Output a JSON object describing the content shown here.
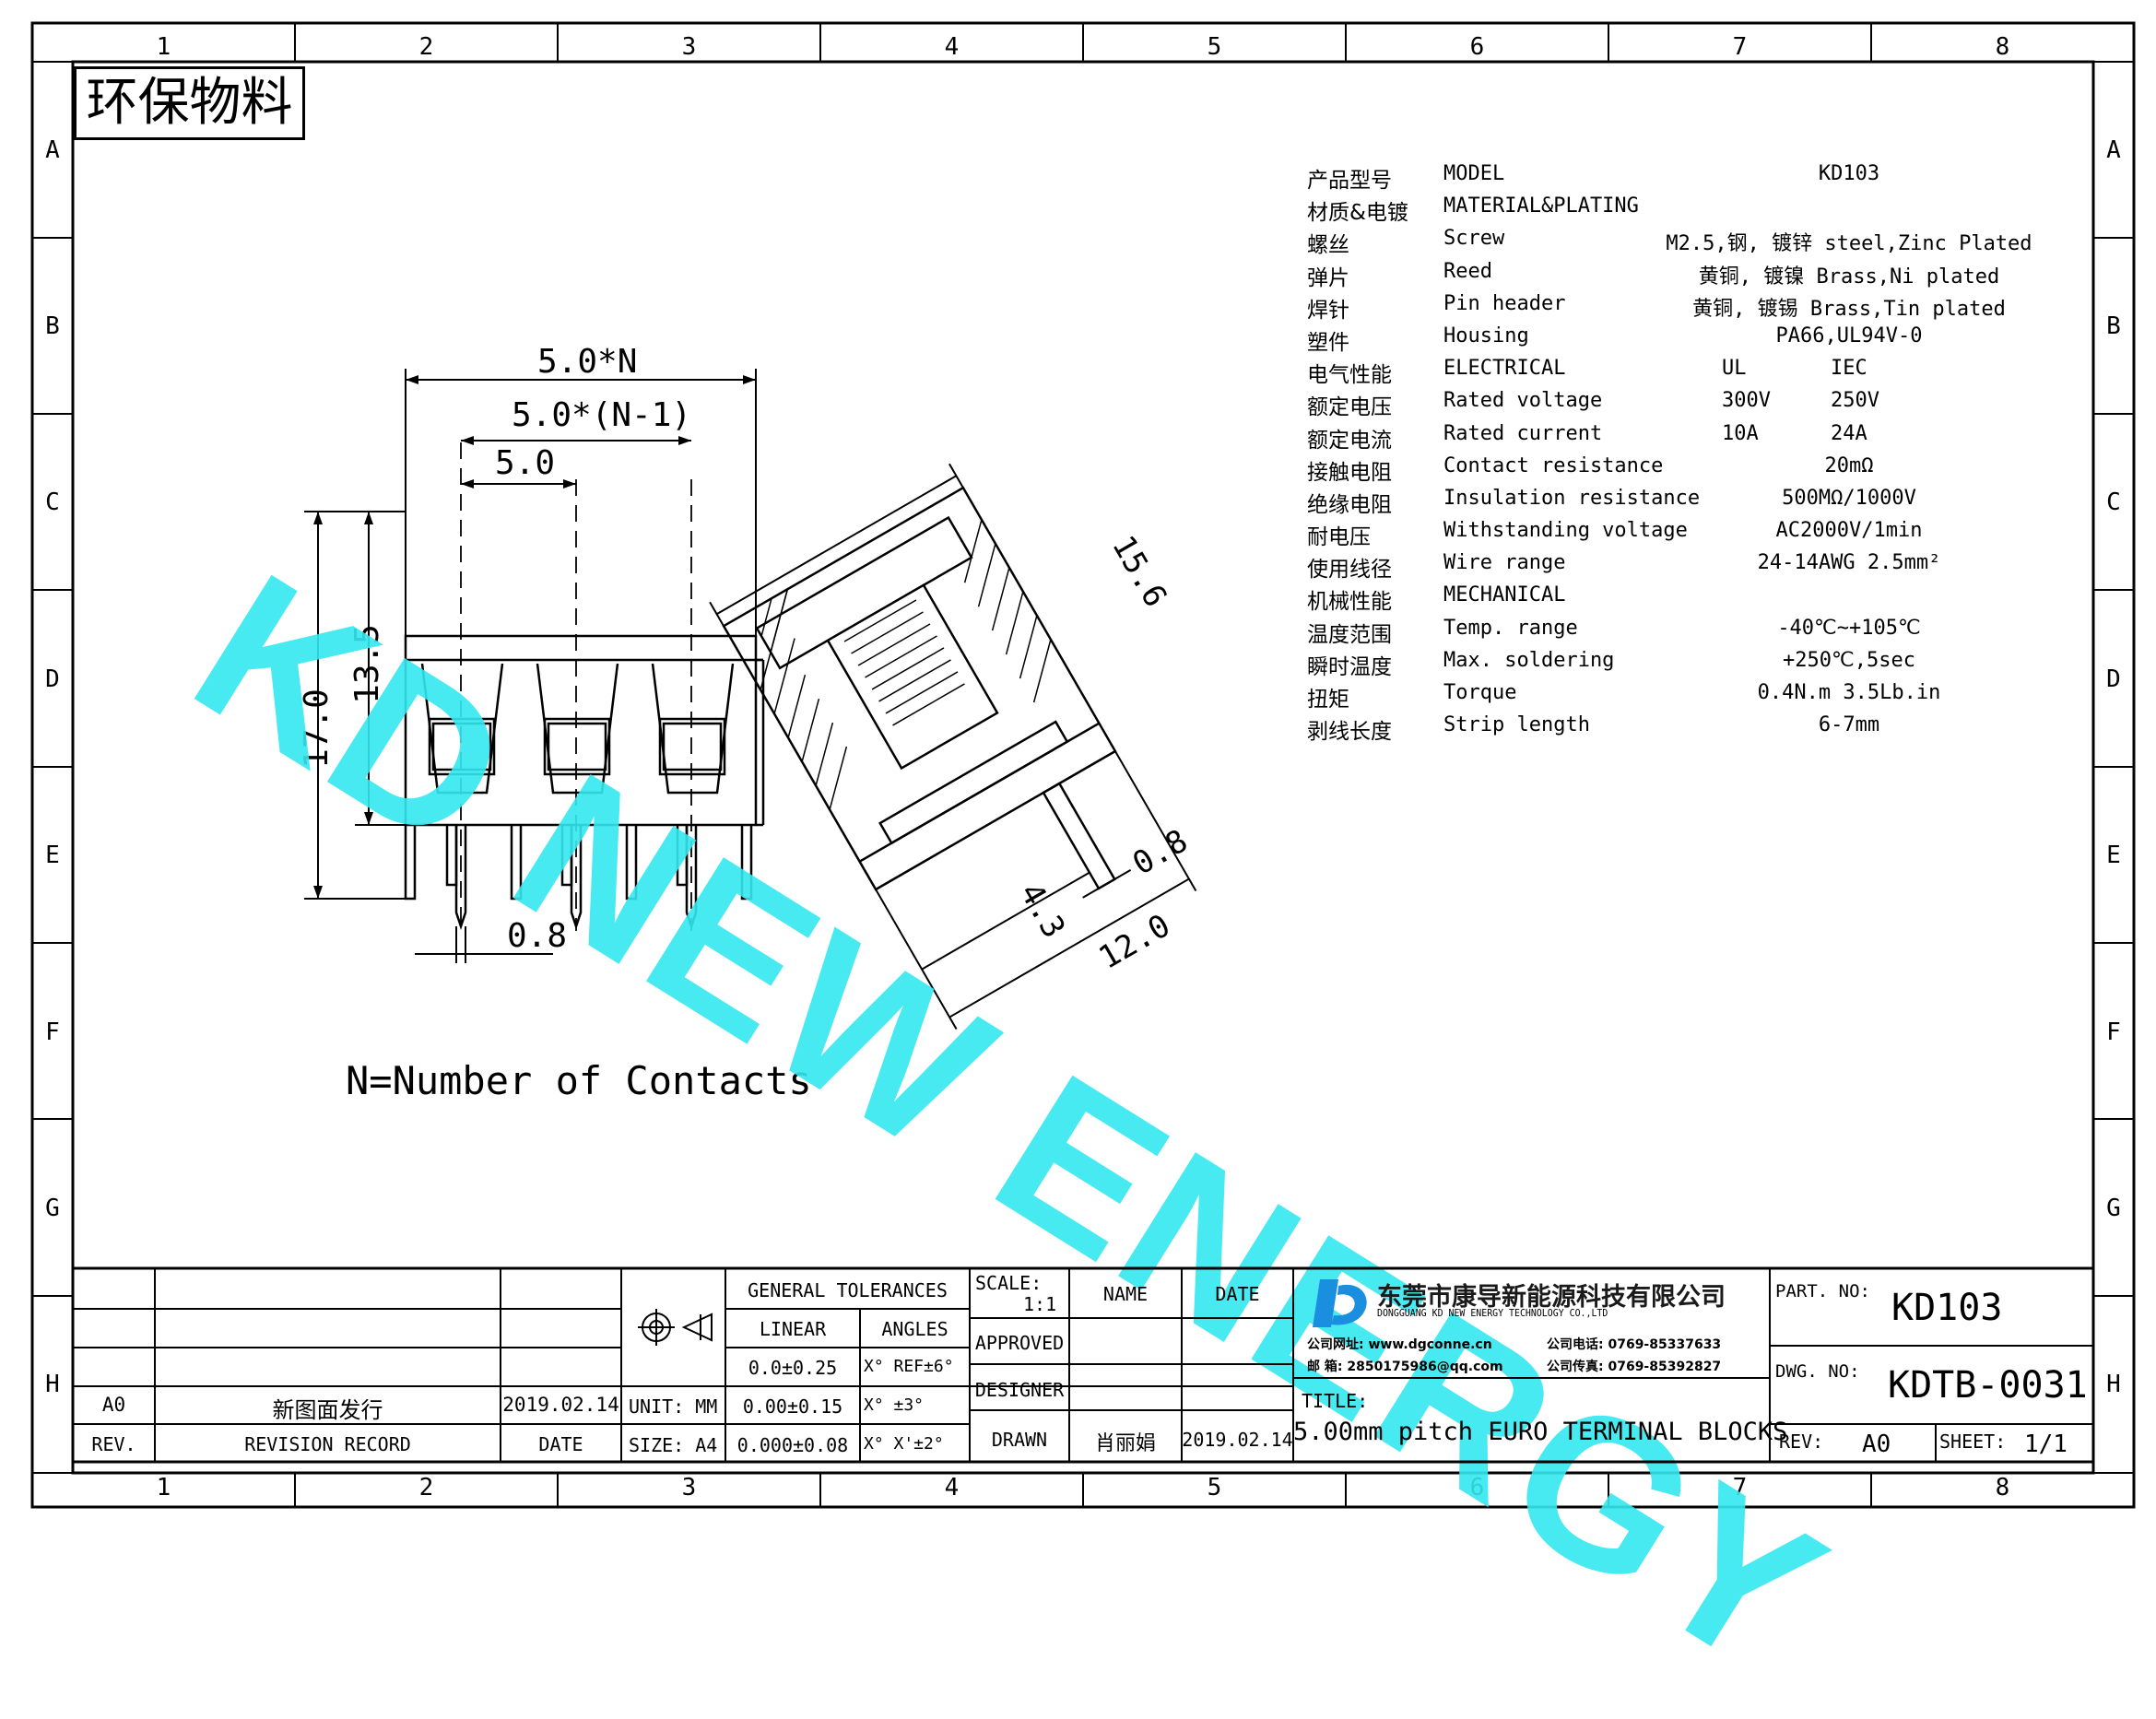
{
  "eco_label": "环保物料",
  "grid": {
    "columns": [
      "1",
      "2",
      "3",
      "4",
      "5",
      "6",
      "7",
      "8"
    ],
    "rows": [
      "A",
      "B",
      "C",
      "D",
      "E",
      "F",
      "G",
      "H"
    ]
  },
  "watermark": {
    "text": "KD NEW ENERGY",
    "color": "#35e8f0"
  },
  "dimensions": {
    "pitch_n": "5.0*N",
    "pitch_n_minus_1": "5.0*(N-1)",
    "pitch": "5.0",
    "height_total": "17.0",
    "height_body": "13.5",
    "pin_width": "0.8",
    "side_diag": "15.6",
    "side_pin": "0.8",
    "side_43": "4.3",
    "side_12": "12.0"
  },
  "note": "N=Number of Contacts",
  "specs": [
    {
      "zh": "产品型号",
      "en": "MODEL",
      "v1": "KD103"
    },
    {
      "zh": "材质&电镀",
      "en": "MATERIAL&PLATING",
      "v1": ""
    },
    {
      "zh": "螺丝",
      "en": "Screw",
      "v1": "M2.5,钢, 镀锌 steel,Zinc Plated"
    },
    {
      "zh": "弹片",
      "en": "Reed",
      "v1": "黄铜, 镀镍 Brass,Ni plated"
    },
    {
      "zh": "焊针",
      "en": "Pin header",
      "v1": "黄铜, 镀锡 Brass,Tin plated"
    },
    {
      "zh": "塑件",
      "en": "Housing",
      "v1": "PA66,UL94V-0"
    },
    {
      "zh": "电气性能",
      "en": "ELECTRICAL",
      "v1": "UL",
      "v2": "IEC"
    },
    {
      "zh": "额定电压",
      "en": "Rated voltage",
      "v1": "300V",
      "v2": "250V"
    },
    {
      "zh": "额定电流",
      "en": "Rated current",
      "v1": "10A",
      "v2": "24A"
    },
    {
      "zh": "接触电阻",
      "en": "Contact resistance",
      "v1": "20mΩ"
    },
    {
      "zh": "绝缘电阻",
      "en": "Insulation resistance",
      "v1": "500MΩ/1000V"
    },
    {
      "zh": "耐电压",
      "en": "Withstanding voltage",
      "v1": "AC2000V/1min"
    },
    {
      "zh": "使用线径",
      "en": "Wire range",
      "v1": "24-14AWG 2.5mm²"
    },
    {
      "zh": "机械性能",
      "en": "MECHANICAL",
      "v1": ""
    },
    {
      "zh": "温度范围",
      "en": "Temp. range",
      "v1": "-40℃~+105℃"
    },
    {
      "zh": "瞬时温度",
      "en": "Max. soldering",
      "v1": "+250℃,5sec"
    },
    {
      "zh": "扭矩",
      "en": "Torque",
      "v1": "0.4N.m  3.5Lb.in"
    },
    {
      "zh": "剥线长度",
      "en": "Strip length",
      "v1": "6-7mm"
    }
  ],
  "title_block": {
    "rev_row": {
      "rev": "A0",
      "record": "新图面发行",
      "date": "2019.02.14"
    },
    "rev_header": {
      "rev": "REV.",
      "record": "REVISION RECORD",
      "date": "DATE"
    },
    "unit": "UNIT: MM",
    "size": "SIZE: A4",
    "gen_tol": "GENERAL TOLERANCES",
    "linear": "LINEAR",
    "angles": "ANGLES",
    "tol_lin": [
      "0.0±0.25",
      "0.00±0.15",
      "0.000±0.08"
    ],
    "tol_ang": [
      "X° REF±6°",
      "X°  ±3°",
      "X° X'±2°"
    ],
    "scale_label": "SCALE:",
    "scale": "1:1",
    "approved": "APPROVED",
    "designer": "DESIGNER",
    "drawn": "DRAWN",
    "name_hdr": "NAME",
    "date_hdr": "DATE",
    "drawn_name": "肖丽娟",
    "drawn_date": "2019.02.14",
    "company_cn": "东莞市康导新能源科技有限公司",
    "company_en": "DONGGUANG KD NEW ENERGY TECHNOLOGY CO.,LTD",
    "web": "公司网址: www.dgconne.cn",
    "email": "邮    箱: 2850175986@qq.com",
    "phone": "公司电话: 0769-85337633",
    "fax": "公司传真: 0769-85392827",
    "title_label": "TITLE:",
    "title": "5.00mm pitch EURO TERMINAL BLOCKS",
    "part_label": "PART. NO:",
    "part_no": "KD103",
    "dwg_label": "DWG. NO:",
    "dwg_no": "KDTB-0031",
    "rev_label": "REV:",
    "rev": "A0",
    "sheet_label": "SHEET:",
    "sheet": "1/1",
    "logo_color": "#1a8fe0"
  }
}
